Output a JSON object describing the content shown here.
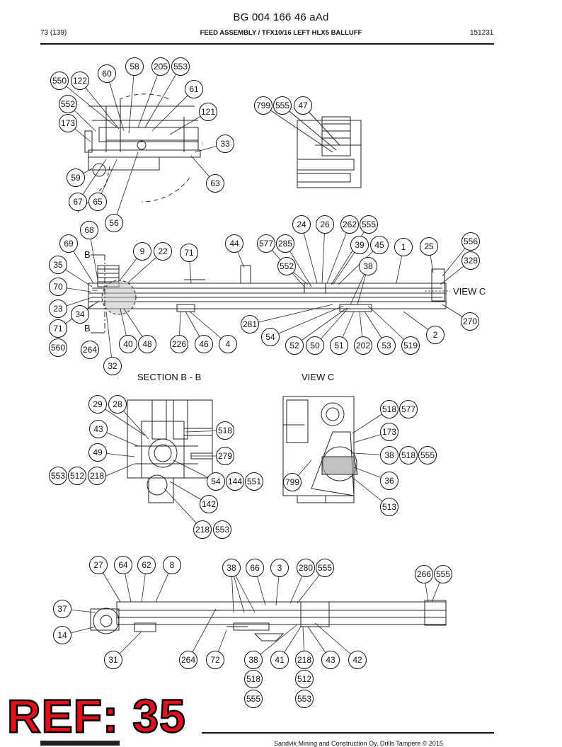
{
  "document": {
    "title": "BG 004 166 46 aAd",
    "page": "73 (139)",
    "section_title": "FEED ASSEMBLY / TFX10/16 LEFT HLX5 BALLUFF",
    "date_code": "151231",
    "footer": "Sandvik Mining and Construction Oy, Drills Tampere © 2015",
    "ref_stamp": "REF: 35"
  },
  "view_labels": {
    "section_bb": "SECTION B - B",
    "view_c": "VIEW C",
    "view_c_pointer": "VIEW C",
    "b_upper": "B",
    "b_lower": "B"
  },
  "callouts": {
    "top_detail": [
      "550",
      "122",
      "60",
      "58",
      "205",
      "553",
      "61",
      "552",
      "173",
      "121",
      "33",
      "59",
      "63",
      "67",
      "65",
      "56"
    ],
    "top_right_detail": [
      "799",
      "555",
      "47"
    ],
    "main_view": [
      "68",
      "69",
      "9",
      "22",
      "71",
      "44",
      "577",
      "285",
      "24",
      "26",
      "262",
      "555",
      "39",
      "45",
      "1",
      "25",
      "556",
      "328",
      "35",
      "552",
      "38",
      "70",
      "23",
      "34",
      "281",
      "270",
      "71",
      "54",
      "2",
      "560",
      "264",
      "40",
      "48",
      "226",
      "46",
      "4",
      "52",
      "50",
      "51",
      "202",
      "53",
      "519",
      "32"
    ],
    "section_bb": [
      "29",
      "28",
      "43",
      "518",
      "49",
      "279",
      "553",
      "512",
      "218",
      "54",
      "144",
      "551",
      "142",
      "218",
      "553"
    ],
    "view_c": [
      "518",
      "577",
      "173",
      "38",
      "518",
      "555",
      "799",
      "36",
      "513"
    ],
    "bottom_view": [
      "27",
      "64",
      "62",
      "8",
      "38",
      "66",
      "3",
      "280",
      "555",
      "266",
      "555",
      "37",
      "14",
      "31",
      "264",
      "72",
      "38",
      "41",
      "218",
      "43",
      "42",
      "518",
      "512",
      "555",
      "553"
    ]
  }
}
